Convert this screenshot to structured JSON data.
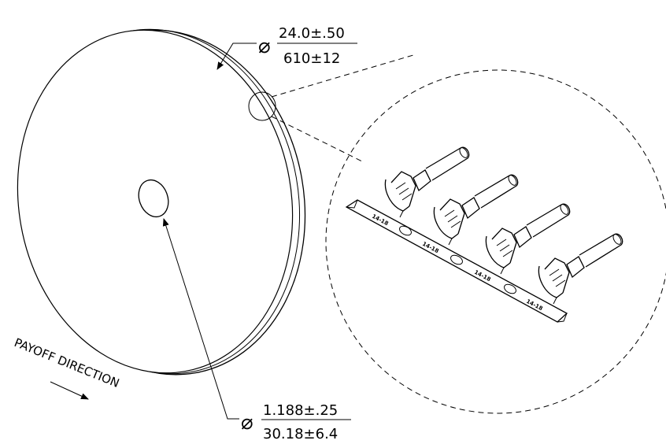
{
  "dimensions": {
    "outer": {
      "symbol": "⌀",
      "inch": "24.0±.50",
      "mm": "610±12"
    },
    "bore": {
      "symbol": "⌀",
      "inch": "1.188±.25",
      "mm": "30.18±6.4"
    }
  },
  "payoff": {
    "label": "PAYOFF DIRECTION"
  },
  "strip": {
    "marking": "14-18"
  }
}
